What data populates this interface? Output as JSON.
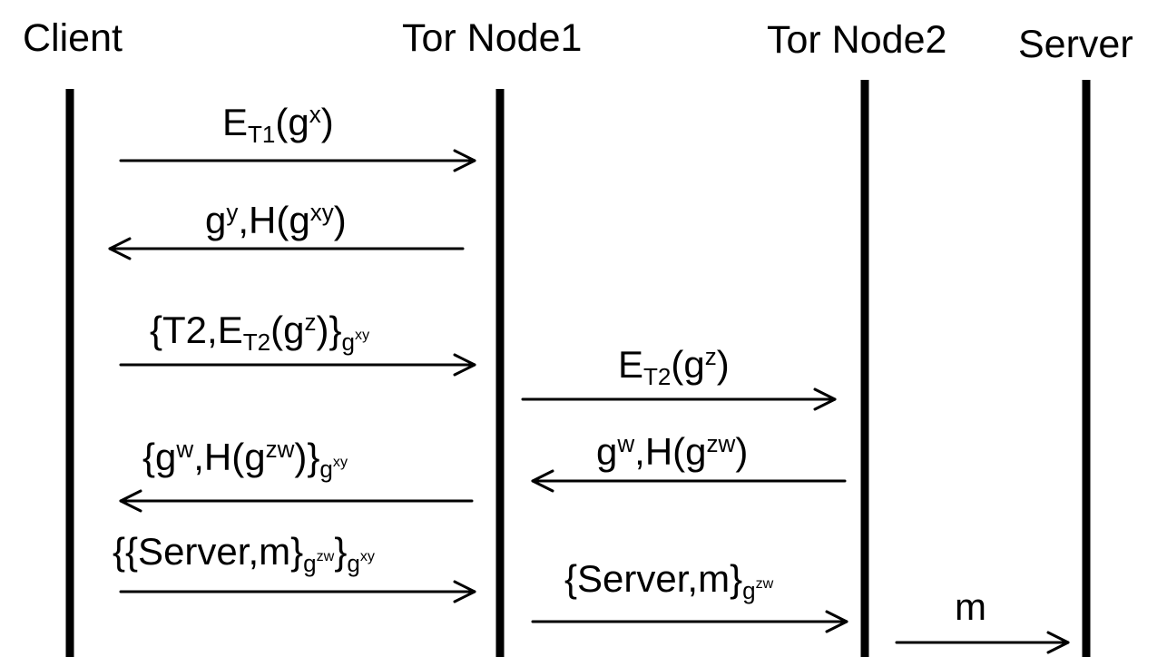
{
  "participants": {
    "client": "Client",
    "node1": "Tor Node1",
    "node2": "Tor Node2",
    "server": "Server"
  },
  "messages": {
    "m1": {
      "base": "E",
      "sub": "T1",
      "mid": "(g",
      "sup": "x",
      "end": ")"
    },
    "m2": {
      "a": "g",
      "sup1": "y",
      "b": ",H(g",
      "sup2": "xy",
      "c": ")"
    },
    "m3": {
      "a": "{T2,E",
      "sub": "T2",
      "b": "(g",
      "sup": "z",
      "c": ")}",
      "subbase": "g",
      "subsup": "xy"
    },
    "m4": {
      "base": "E",
      "sub": "T2",
      "mid": "(g",
      "sup": "z",
      "end": ")"
    },
    "m5": {
      "a": "g",
      "sup1": "w",
      "b": ",H(g",
      "sup2": "zw",
      "c": ")"
    },
    "m6": {
      "a": "{g",
      "sup1": "w",
      "b": ",H(g",
      "sup2": "zw",
      "c": ")}",
      "subbase": "g",
      "subsup": "xy"
    },
    "m7": {
      "a": "{{Server,m}",
      "sub1base": "g",
      "sub1sup": "zw",
      "b": "}",
      "sub2base": "g",
      "sub2sup": "xy"
    },
    "m8": {
      "a": "{Server,m}",
      "subbase": "g",
      "subsup": "zw"
    },
    "m9": {
      "a": "m"
    }
  }
}
